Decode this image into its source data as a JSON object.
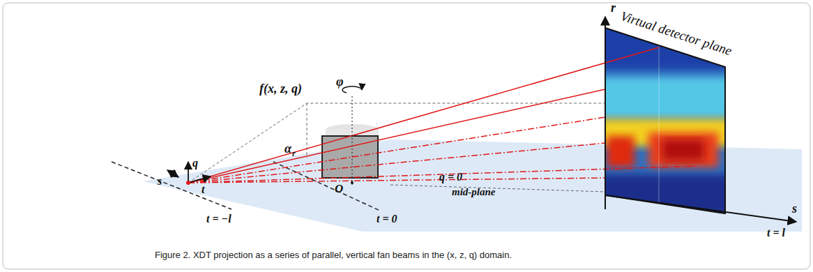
{
  "diagram": {
    "caption": "Figure 2. XDT projection as a series of parallel, vertical fan beams in the (x, z, q) domain.",
    "nodes": [
      {
        "text": [
          "Virtual detector plane"
        ]
      }
    ],
    "labels": [
      "r",
      "φ",
      "f(x, z, q)",
      "α",
      "r",
      "O",
      "q = 0",
      "mid-plane",
      "s",
      "t = l",
      "q",
      "t",
      "s",
      "t = −l",
      "t = 0"
    ]
  }
}
